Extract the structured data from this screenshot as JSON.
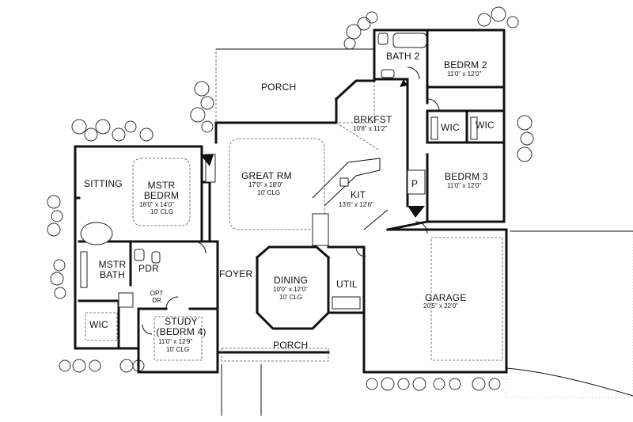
{
  "rooms": {
    "porch_back": {
      "name": "PORCH"
    },
    "bath2": {
      "name": "BATH 2"
    },
    "bedrm2": {
      "name": "BEDRM 2",
      "dims": "11'0\" x 12'0\""
    },
    "brkfst": {
      "name": "BRKFST",
      "dims": "10'8\" x 11'2\""
    },
    "wic_a": {
      "name": "WIC"
    },
    "wic_b": {
      "name": "WIC"
    },
    "great_rm": {
      "name": "GREAT RM",
      "dims": "17'0\" x 18'0\"",
      "ceiling": "10' CLG"
    },
    "sitting": {
      "name": "SITTING"
    },
    "mstr_bedrm": {
      "name": "MSTR BEDRM",
      "dims": "18'0\" x 14'0\"",
      "ceiling": "10' CLG"
    },
    "bedrm3": {
      "name": "BEDRM 3",
      "dims": "11'0\" x 12'0\""
    },
    "pantry": {
      "name": "P"
    },
    "kit": {
      "name": "KIT",
      "dims": "13'6\" x 12'6\""
    },
    "mstr_bath": {
      "name": "MSTR BATH"
    },
    "pdr": {
      "name": "PDR"
    },
    "foyer": {
      "name": "FOYER"
    },
    "dining": {
      "name": "DINING",
      "dims": "10'0\" x 12'0\"",
      "ceiling": "10' CLG"
    },
    "util": {
      "name": "UTIL"
    },
    "garage": {
      "name": "GARAGE",
      "dims": "20'5\" x 22'0\""
    },
    "opt_dr": {
      "name": "OPT DR"
    },
    "study": {
      "name": "STUDY (BEDRM 4)",
      "dims": "11'0\" x 12'9\"",
      "ceiling": "10' CLG"
    },
    "wic_master": {
      "name": "WIC"
    },
    "porch_front": {
      "name": "PORCH"
    }
  }
}
